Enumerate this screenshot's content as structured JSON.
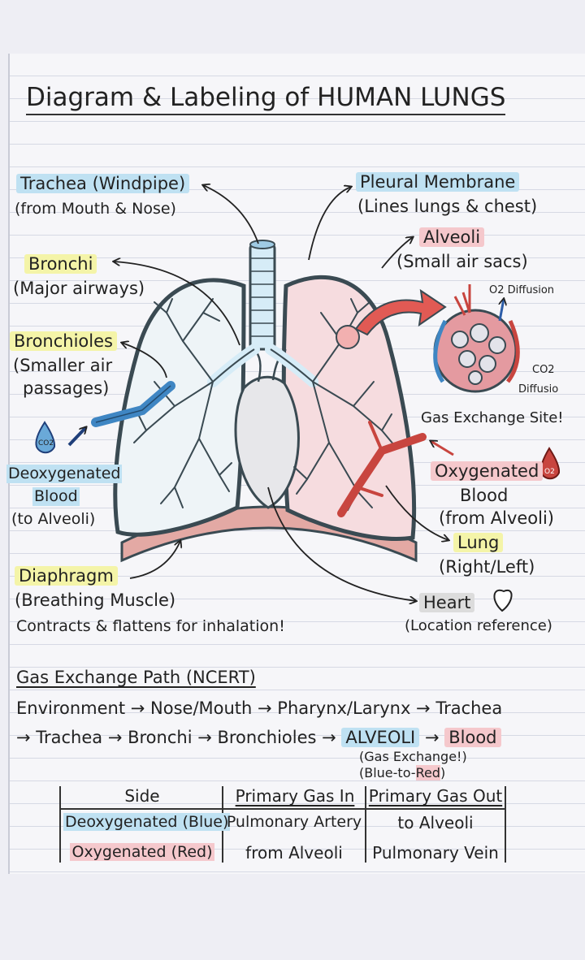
{
  "title": "Diagram & Labeling of HUMAN LUNGS",
  "labels": {
    "trachea": "Trachea (Windpipe)",
    "trachea_sub": "(from Mouth & Nose)",
    "bronchi": "Bronchi",
    "bronchi_sub": "(Major airways)",
    "bronchioles": "Bronchioles",
    "bronchioles_sub1": "(Smaller air",
    "bronchioles_sub2": "passages)",
    "deoxygenated": "Deoxygenated",
    "deoxygenated_2": "Blood",
    "deoxygenated_3": "(to Alveoli)",
    "co2_drop": "CO2",
    "diaphragm": "Diaphragm",
    "diaphragm_sub": "(Breathing Muscle)",
    "diaphragm_note": "Contracts & flattens for inhalation!",
    "pleural": "Pleural Membrane",
    "pleural_sub": "(Lines lungs & chest)",
    "alveoli": "Alveoli",
    "alveoli_sub": "(Small air sacs)",
    "o2_diffusion": "O2 Diffusion",
    "co2": "CO2",
    "co2_diffusion": "Diffusio",
    "gas_exchange_site": "Gas Exchange Site!",
    "oxygenated": "Oxygenated",
    "oxygenated_2": "Blood",
    "oxygenated_3": "(from Alveoli)",
    "o2_drop": "O2",
    "lung": "Lung",
    "lung_sub": "(Right/Left)",
    "heart": "Heart",
    "heart_sub": "(Location reference)"
  },
  "path": {
    "heading": "Gas Exchange Path (NCERT)",
    "line1": "Environment → Nose/Mouth → Pharynx/Larynx → Trachea",
    "line2_start": "→ Trachea → Bronchi → Bronchioles →",
    "alveoli": "ALVEOLI",
    "arrow": "→",
    "blood": "Blood",
    "note1": "(Gas Exchange!)",
    "note2a": "(Blue-to-",
    "note2b": "Red",
    "note2c": ")"
  },
  "table": {
    "headers": [
      "Side",
      "Primary Gas In",
      "Primary Gas Out"
    ],
    "rows": [
      [
        "Deoxygenated (Blue)",
        "Pulmonary Artery",
        "to Alveoli"
      ],
      [
        "Oxygenated (Red)",
        "from Alveoli",
        "Pulmonary Vein"
      ]
    ]
  },
  "colors": {
    "lung_outline": "#3a4a52",
    "left_lung_fill": "#eef4f7",
    "right_lung_fill": "#f6dcdf",
    "trachea_fill": "#d6ecf7",
    "vein_blue": "#3f86c3",
    "artery_red": "#c8453f",
    "highlight_blue": "#bfe1f2",
    "highlight_yellow": "#f4f4a8",
    "highlight_pink": "#f5c8cc"
  }
}
